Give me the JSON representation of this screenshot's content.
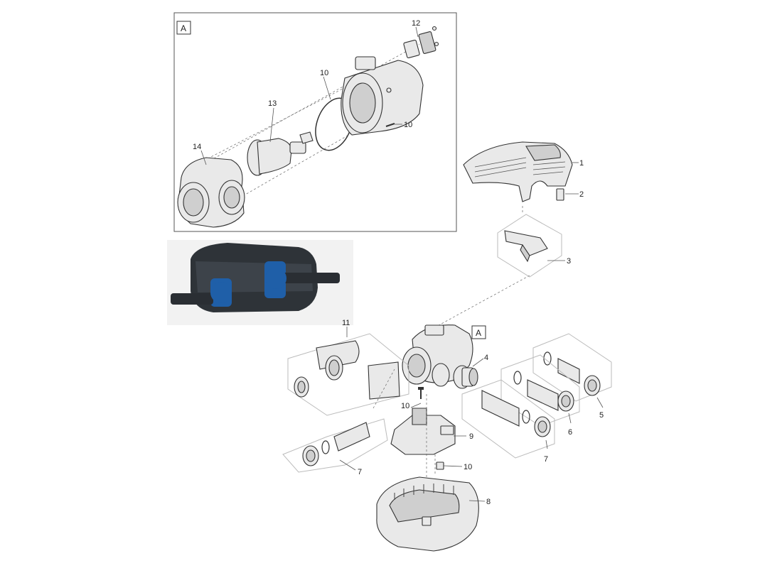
{
  "detail_box_label": "A",
  "main_body_box_label": "A",
  "callouts": {
    "c1": "1",
    "c2": "2",
    "c3": "3",
    "c4": "4",
    "c5": "5",
    "c6": "6",
    "c7a": "7",
    "c7b": "7",
    "c8": "8",
    "c9": "9",
    "c10a": "10",
    "c10b": "10",
    "c10c": "10",
    "c10d": "10",
    "c11": "11",
    "c12": "12",
    "c13": "13",
    "c14": "14"
  },
  "colors": {
    "product_body": "#2e3338",
    "product_accent": "#1f5fa8"
  }
}
